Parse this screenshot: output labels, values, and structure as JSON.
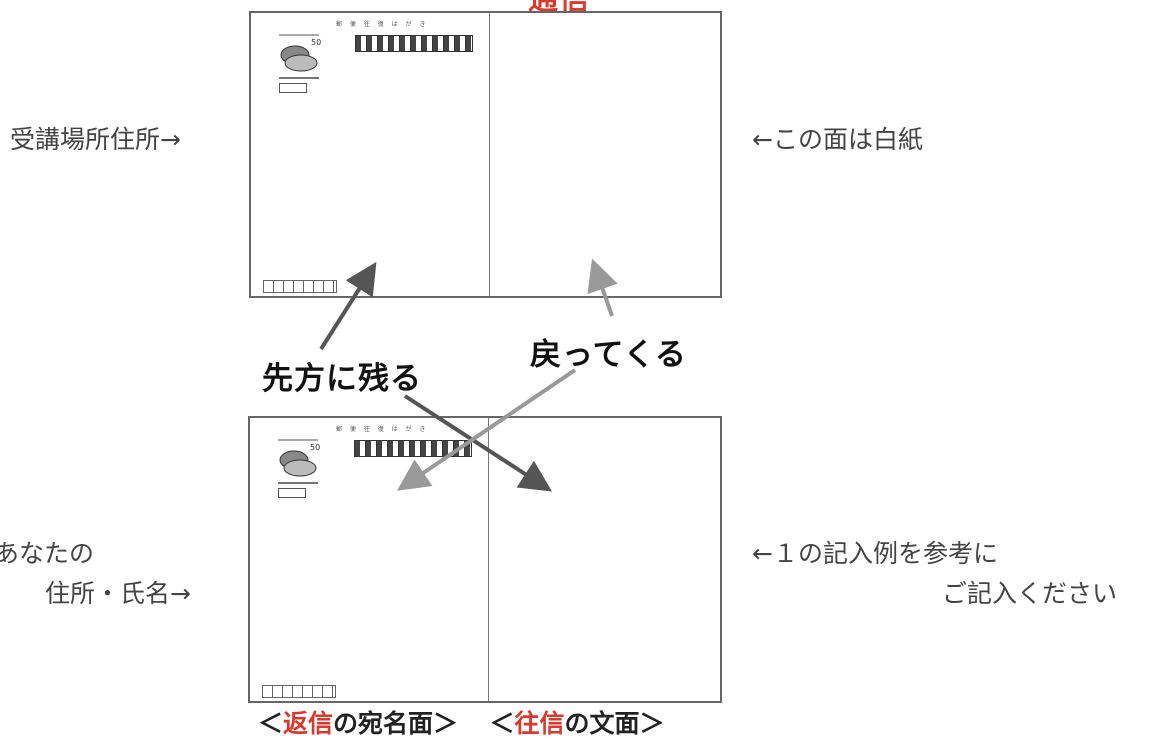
{
  "top_cut_text": "通信",
  "left_labels": {
    "top": "受講場所住所→",
    "bottom_line1": "あなたの",
    "bottom_line2": "住所・氏名→"
  },
  "right_labels": {
    "top": "←この面は白紙",
    "bottom_line1": "←１の記入例を参考に",
    "bottom_line2": "ご記入ください"
  },
  "middle_labels": {
    "remain": "先方に残る",
    "return": "戻ってくる"
  },
  "card_header_text": "郵 便 往 復 は が き",
  "caption": {
    "left_open": "＜",
    "left_red": "返信",
    "left_rest": "の宛名面＞",
    "right_open": "＜",
    "right_red": "往信",
    "right_rest": "の文面＞"
  },
  "colors": {
    "accent_red": "#d93a2f",
    "arrow": "#555555",
    "border": "#666666"
  }
}
